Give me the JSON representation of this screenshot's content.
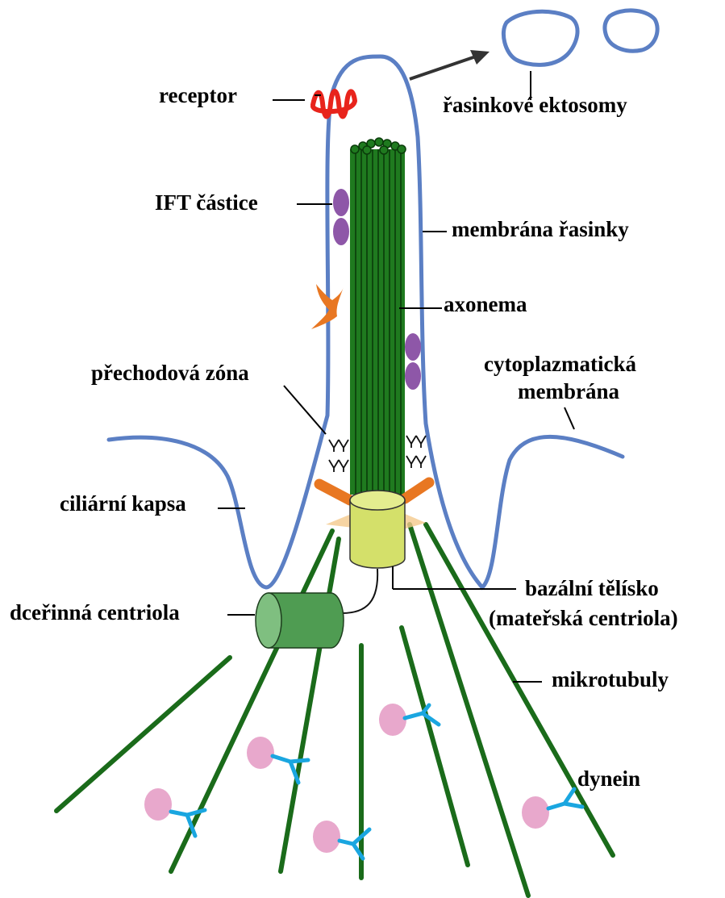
{
  "labels": {
    "receptor": "receptor",
    "ectosomes": "řasinkové ektosomy",
    "ift": "IFT částice",
    "cilium_membrane": "membrána řasinky",
    "axoneme": "axonema",
    "transition_zone": "přechodová zóna",
    "cyto_membrane_1": "cytoplazmatická",
    "cyto_membrane_2": "membrána",
    "ciliary_pocket": "ciliární kapsa",
    "basal_body_1": "bazální tělísko",
    "basal_body_2": "(mateřská centriola)",
    "daughter_centriole": "dceřinná centriola",
    "microtubules": "mikrotubuly",
    "dynein": "dynein"
  },
  "colors": {
    "membrane": "#5b7fc4",
    "axoneme": "#1f7a1f",
    "microtubule": "#1a6b1a",
    "receptor": "#e8241c",
    "ift_particle": "#8e57a8",
    "cargo": "#e87722",
    "basal_body": "#d4e06a",
    "daughter_centriole": "#4f9c52",
    "dynein_cargo": "#e8a8cc",
    "dynein_motor": "#1aa6e0"
  }
}
